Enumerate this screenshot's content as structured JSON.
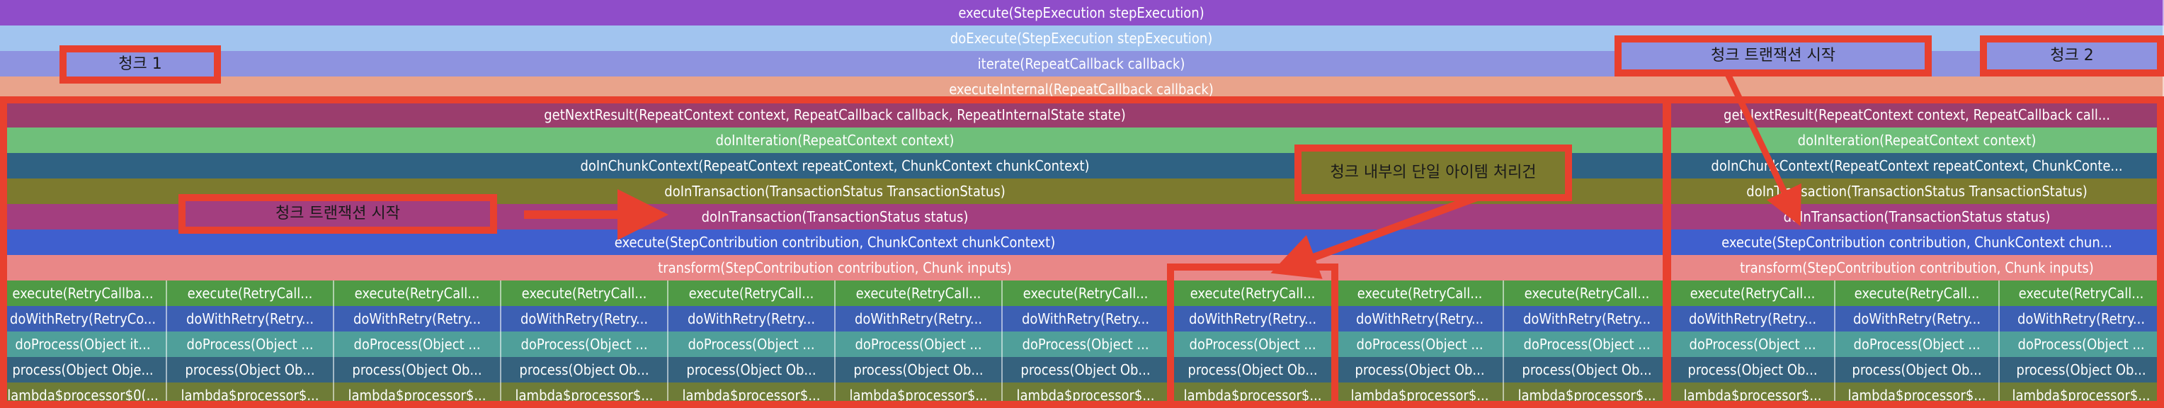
{
  "colors": {
    "execute": "#8f4dc9",
    "doExecute": "#a1c4ef",
    "iterate": "#8e93e0",
    "executeInternal": "#e9a38b",
    "getNextResult": "#9b3d6d",
    "doInIteration": "#6fbf7a",
    "doInChunkContext": "#2f6283",
    "doInTransaction1": "#7c7a2e",
    "doInTransaction2": "#a33e7f",
    "execute2": "#3f5fce",
    "transform": "#e98787",
    "leaf_execute": "#4f9a45",
    "leaf_doWithRetry": "#3c5fb3",
    "leaf_doProcess": "#4f9f9a",
    "leaf_process": "#35627e",
    "leaf_lambda": "#6e7c37",
    "annotation": "#e8402e"
  },
  "stack": {
    "execute": "execute(StepExecution stepExecution)",
    "doExecute": "doExecute(StepExecution stepExecution)",
    "iterate": "iterate(RepeatCallback callback)",
    "executeInternal": "executeInternal(RepeatCallback callback)",
    "chunk1": {
      "getNextResult": "getNextResult(RepeatContext context, RepeatCallback callback, RepeatInternalState state)",
      "doInIteration": "doInIteration(RepeatContext context)",
      "doInChunkContext": "doInChunkContext(RepeatContext repeatContext, ChunkContext chunkContext)",
      "doInTransaction1": "doInTransaction(TransactionStatus TransactionStatus)",
      "doInTransaction2": "doInTransaction(TransactionStatus status)",
      "execute2": "execute(StepContribution contribution, ChunkContext chunkContext)",
      "transform": "transform(StepContribution contribution, Chunk inputs)"
    },
    "chunk2": {
      "getNextResult": "getNextResult(RepeatContext context, RepeatCallback call...",
      "doInIteration": "doInIteration(RepeatContext context)",
      "doInChunkContext": "doInChunkContext(RepeatContext repeatContext, ChunkConte...",
      "doInTransaction1": "doInTransaction(TransactionStatus TransactionStatus)",
      "doInTransaction2": "doInTransaction(TransactionStatus status)",
      "execute2": "execute(StepContribution contribution, ChunkContext chun...",
      "transform": "transform(StepContribution contribution, Chunk inputs)"
    },
    "leaf_columns": [
      [
        "execute(RetryCallba...",
        "doWithRetry(RetryCo...",
        "doProcess(Object it...",
        "process(Object Obje...",
        "lambda$processor$0(..."
      ],
      [
        "execute(RetryCall...",
        "doWithRetry(Retry...",
        "doProcess(Object ...",
        "process(Object Ob...",
        "lambda$processor$..."
      ],
      [
        "execute(RetryCall...",
        "doWithRetry(Retry...",
        "doProcess(Object ...",
        "process(Object Ob...",
        "lambda$processor$..."
      ],
      [
        "execute(RetryCall...",
        "doWithRetry(Retry...",
        "doProcess(Object ...",
        "process(Object Ob...",
        "lambda$processor$..."
      ],
      [
        "execute(RetryCall...",
        "doWithRetry(Retry...",
        "doProcess(Object ...",
        "process(Object Ob...",
        "lambda$processor$..."
      ],
      [
        "execute(RetryCall...",
        "doWithRetry(Retry...",
        "doProcess(Object ...",
        "process(Object Ob...",
        "lambda$processor$..."
      ],
      [
        "execute(RetryCall...",
        "doWithRetry(Retry...",
        "doProcess(Object ...",
        "process(Object Ob...",
        "lambda$processor$..."
      ],
      [
        "execute(RetryCall...",
        "doWithRetry(Retry...",
        "doProcess(Object ...",
        "process(Object Ob...",
        "lambda$processor$..."
      ],
      [
        "execute(RetryCall...",
        "doWithRetry(Retry...",
        "doProcess(Object ...",
        "process(Object Ob...",
        "lambda$processor$..."
      ],
      [
        "execute(RetryCall...",
        "doWithRetry(Retry...",
        "doProcess(Object ...",
        "process(Object Ob...",
        "lambda$processor$..."
      ],
      [
        "execute(RetryCall...",
        "doWithRetry(Retry...",
        "doProcess(Object ...",
        "process(Object Ob...",
        "lambda$processor$..."
      ],
      [
        "execute(RetryCall...",
        "doWithRetry(Retry...",
        "doProcess(Object ...",
        "process(Object Ob...",
        "lambda$processor$..."
      ],
      [
        "execute(RetryCall...",
        "doWithRetry(Retry...",
        "doProcess(Object ...",
        "process(Object Ob...",
        "lambda$processor$..."
      ]
    ]
  },
  "annotations": {
    "chunk1": "청크 1",
    "chunk2": "청크 2",
    "tx_start_left": "청크 트랜잭션 시작",
    "tx_start_right": "청크 트랜잭션 시작",
    "single_item": "청크 내부의 단일 아이템 처리건"
  }
}
